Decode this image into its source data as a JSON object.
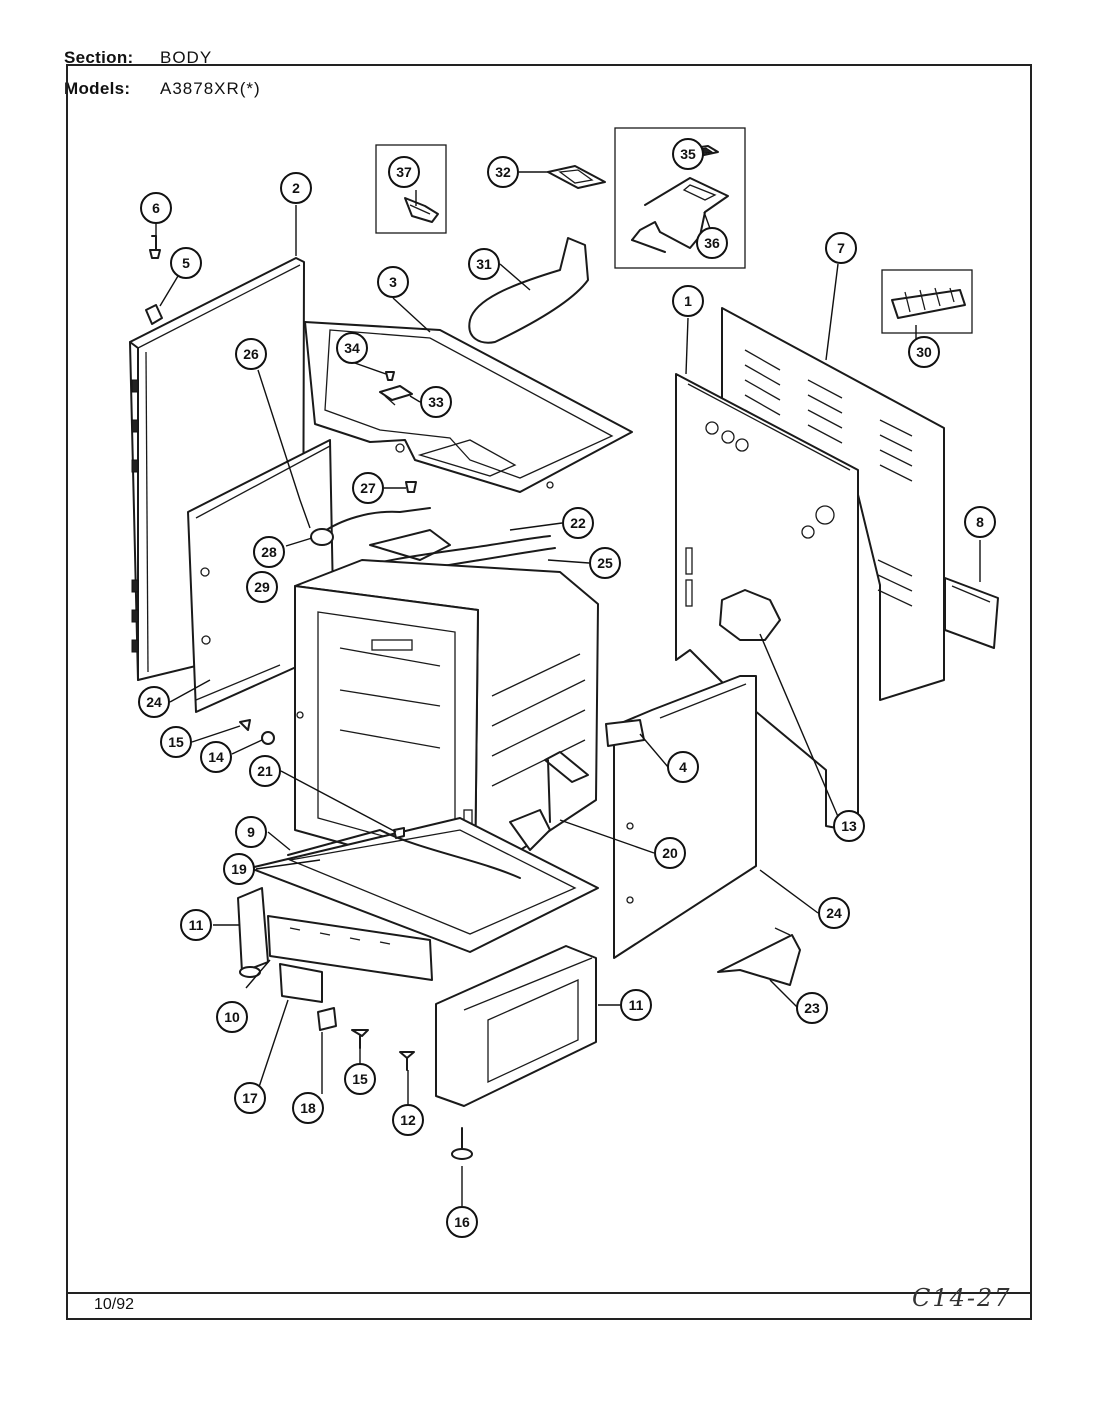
{
  "header": {
    "section_label": "Section:",
    "section_value": "BODY",
    "models_label": "Models:",
    "models_value": "A3878XR(*)"
  },
  "footer": {
    "date": "10/92",
    "code": "C14-27"
  },
  "callouts": [
    "1",
    "2",
    "3",
    "4",
    "5",
    "6",
    "7",
    "8",
    "9",
    "10",
    "11",
    "11",
    "12",
    "13",
    "14",
    "15",
    "15",
    "16",
    "17",
    "18",
    "19",
    "20",
    "21",
    "22",
    "23",
    "24",
    "24",
    "25",
    "26",
    "27",
    "28",
    "29",
    "30",
    "31",
    "32",
    "33",
    "34",
    "35",
    "36",
    "37"
  ]
}
